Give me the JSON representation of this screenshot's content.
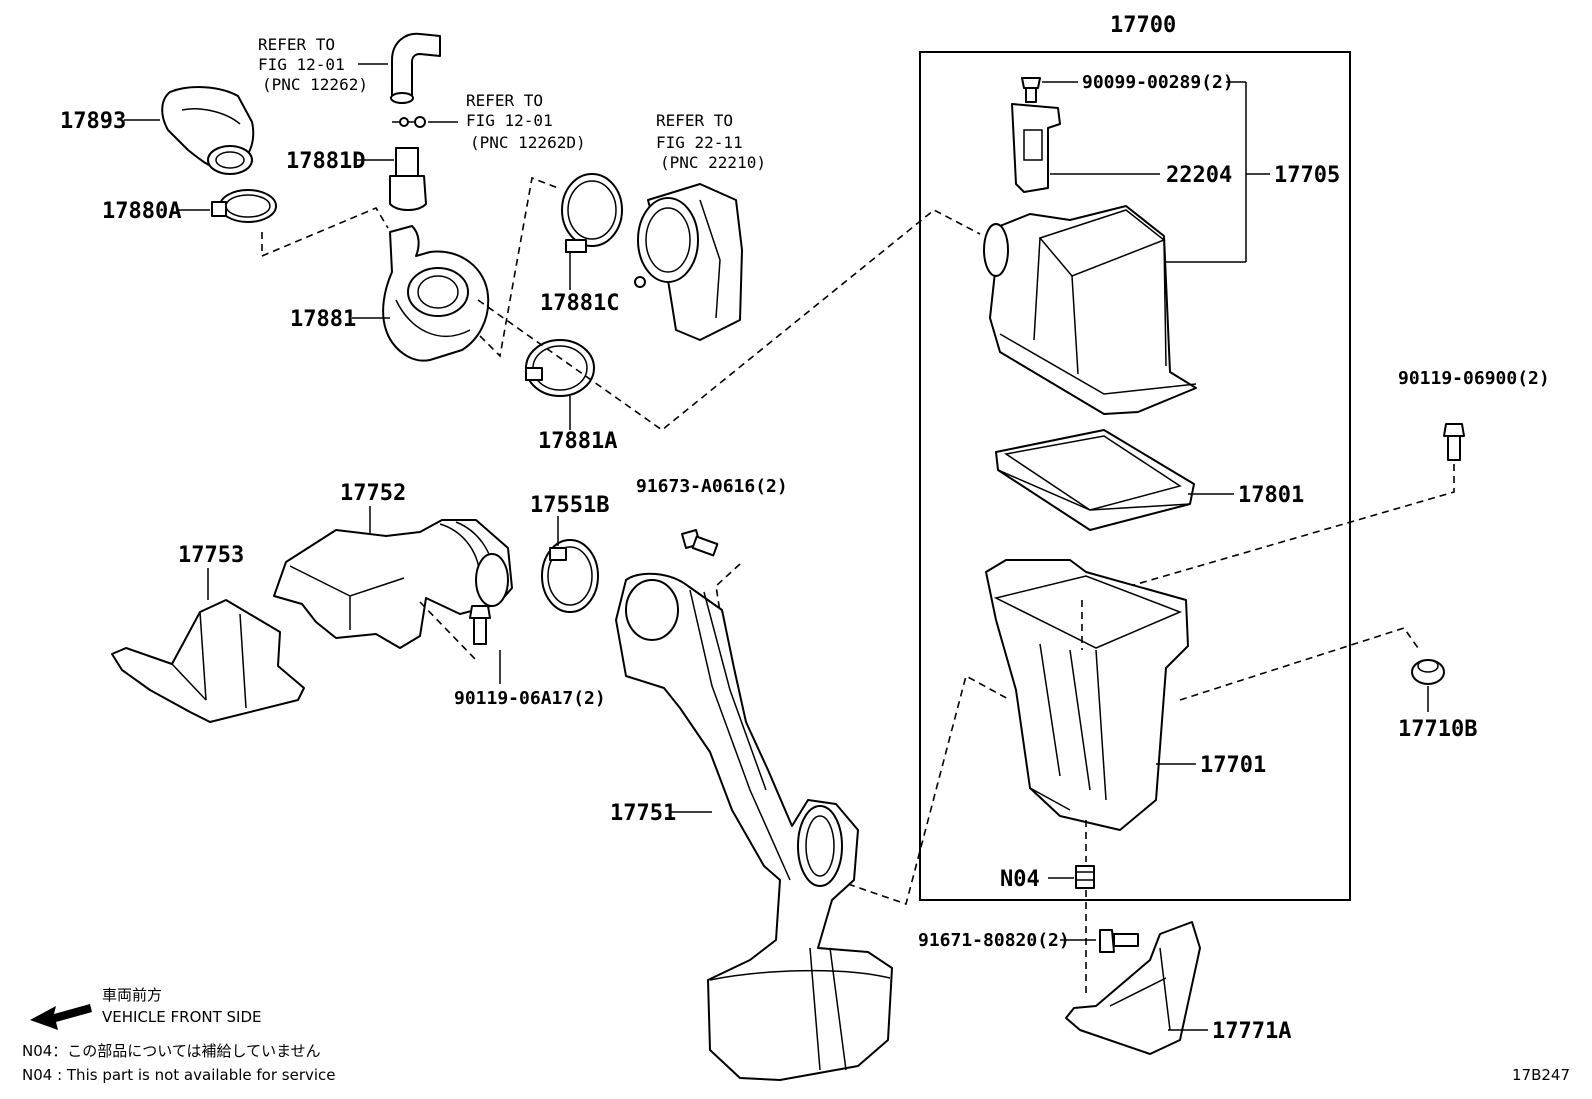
{
  "assembly_box_label": "17700",
  "parts": {
    "p17893": "17893",
    "p17880A": "17880A",
    "p17881D": "17881D",
    "p17881": "17881",
    "p17881C": "17881C",
    "p17881A": "17881A",
    "p90099": "90099-00289(2)",
    "p22204": "22204",
    "p17705": "17705",
    "p90119_069": "90119-06900(2)",
    "p17801": "17801",
    "p17752": "17752",
    "p17753": "17753",
    "p17551B": "17551B",
    "p91673": "91673-A0616(2)",
    "p90119_06A": "90119-06A17(2)",
    "p17701": "17701",
    "p17710B": "17710B",
    "p17751": "17751",
    "pN04": "N04",
    "p91671": "91671-80820(2)",
    "p17771A": "17771A"
  },
  "refs": {
    "ref1": [
      "REFER TO",
      "FIG 12-01",
      "(PNC 12262)"
    ],
    "ref2": [
      "REFER TO",
      "FIG 12-01",
      "(PNC 12262D)"
    ],
    "ref3": [
      "REFER TO",
      "FIG 22-11",
      "(PNC 22210)"
    ]
  },
  "legend": {
    "direction_jp": "車両前方",
    "direction_en": "VEHICLE FRONT SIDE",
    "note_jp": "N04：この部品については補給していません",
    "note_en": "N04 : This part is not available for service"
  },
  "figure_code": "17B247"
}
